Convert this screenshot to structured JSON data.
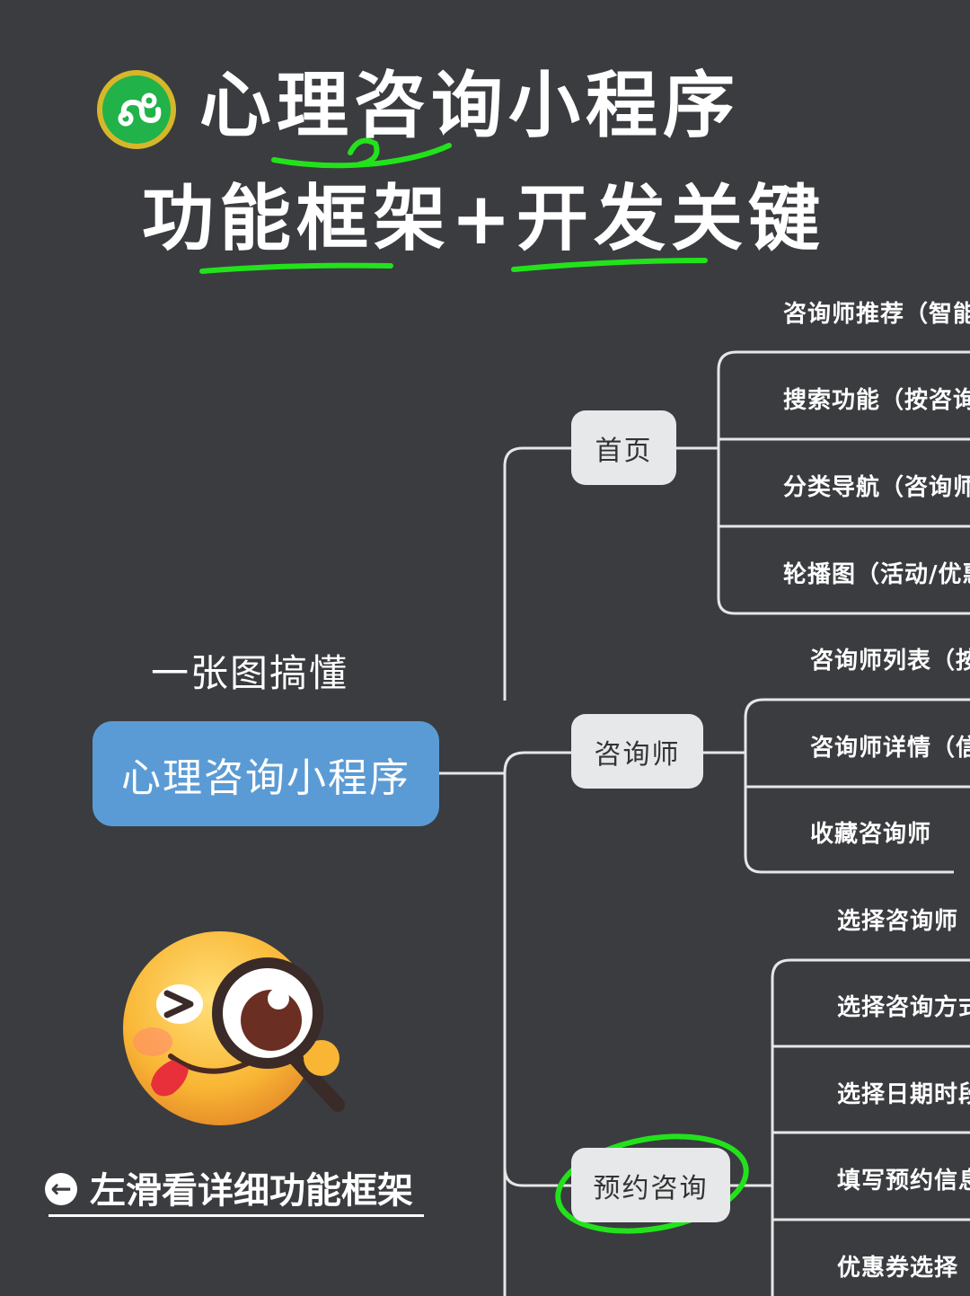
{
  "header": {
    "title_line1": "心理咨询小程序",
    "title_line2": "功能框架+开发关键"
  },
  "subtitle": "一张图搞懂",
  "mindmap": {
    "root": "心理咨询小程序",
    "branches": [
      {
        "label": "首页",
        "leaves": [
          "咨询师推荐（智能",
          "搜索功能（按咨询",
          "分类导航（咨询师",
          "轮播图（活动/优惠"
        ]
      },
      {
        "label": "咨询师",
        "leaves": [
          "咨询师列表（按",
          "咨询师详情（信",
          "收藏咨询师"
        ]
      },
      {
        "label": "预约咨询",
        "leaves": [
          "选择咨询师",
          "选择咨询方式",
          "选择日期时段",
          "填写预约信息",
          "优惠券选择"
        ]
      }
    ]
  },
  "footer": {
    "swipe_hint": "左滑看详细功能框架"
  },
  "colors": {
    "background": "#3b3c40",
    "root_node": "#5b9bd5",
    "branch_node": "#e7e8ea",
    "highlight": "#22e31b",
    "miniapp_icon": "#22b24a"
  },
  "icons": {
    "miniapp": "mini-program-link-icon",
    "emoji": "winking-magnifier-emoji-icon",
    "arrow": "arrow-left-circle-icon"
  }
}
